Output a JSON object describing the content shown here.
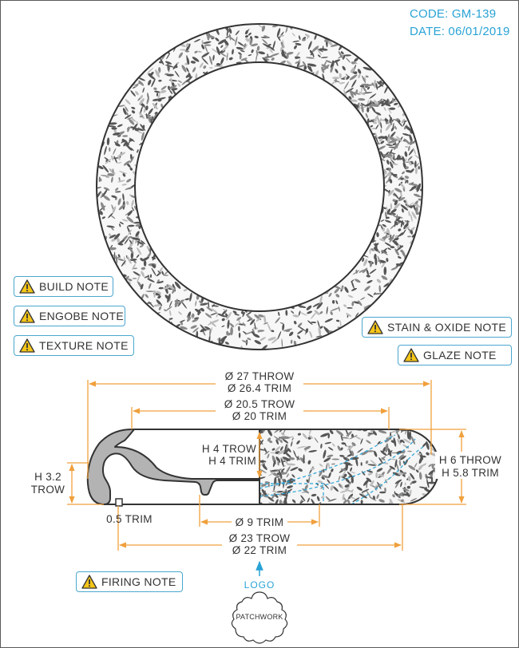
{
  "header": {
    "code": "CODE: GM-139",
    "date": "DATE: 06/01/2019"
  },
  "notes": {
    "build": "BUILD NOTE",
    "engobe": "ENGOBE NOTE",
    "texture": "TEXTURE NOTE",
    "stain_oxide": "STAIN & OXIDE NOTE",
    "glaze": "GLAZE NOTE",
    "firing": "FIRING NOTE"
  },
  "dimensions": {
    "dia_throw_27": "Ø 27 THROW",
    "dia_trim_26_4": "Ø 26.4 TRIM",
    "dia_trow_20_5": "Ø 20.5 TROW",
    "dia_trim_20": "Ø 20 TRIM",
    "h4_trow": "H 4 TROW",
    "h4_trim": "H 4 TRIM",
    "h6_throw": "H 6 THROW",
    "h5_8_trim": "H 5.8 TRIM",
    "h3_2": "H 3.2",
    "h3_2_trow": "TROW",
    "trim_0_5": "0.5 TRIM",
    "dia_trim_9": "Ø 9 TRIM",
    "dia_trow_23": "Ø 23 TROW",
    "dia_trim_22": "Ø 22 TRIM"
  },
  "logo": {
    "arrow_label": "LOGO",
    "stamp_text": "PATCHWORK"
  },
  "colors": {
    "accent_blue": "#29a3d6",
    "dimension_orange": "#f0a03c",
    "outline": "#333333",
    "warning_yellow": "#f5c518"
  },
  "icons": {
    "note_icon": "warning-triangle-icon"
  }
}
